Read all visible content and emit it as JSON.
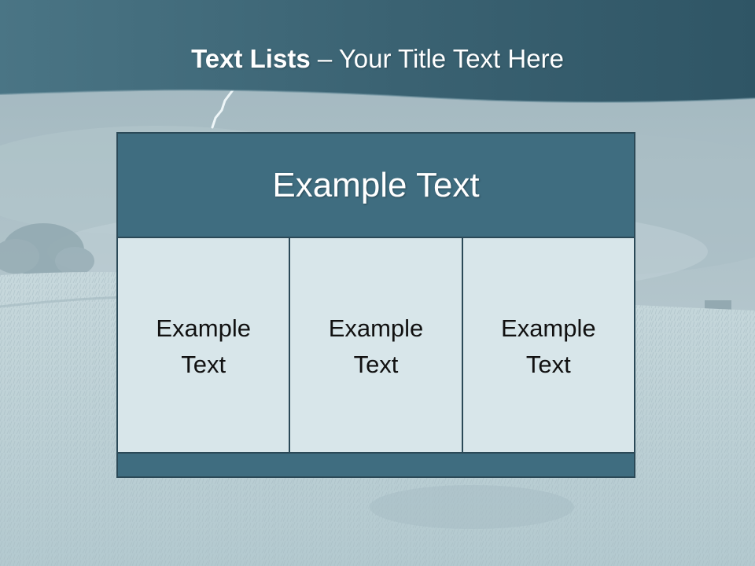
{
  "slide": {
    "title_bold": "Text Lists",
    "title_rest": " – Your Title Text Here",
    "header_text": "Example Text",
    "columns": [
      {
        "text": "Example Text"
      },
      {
        "text": "Example Text"
      },
      {
        "text": "Example Text"
      }
    ]
  },
  "colors": {
    "title_band": "#3d6676",
    "header_fill": "#3f6d80",
    "cell_fill": "#d8e6ea",
    "border": "#2b4957",
    "background_field": "#b9cdd3"
  },
  "background": {
    "scene": "stormy field with lightning"
  }
}
